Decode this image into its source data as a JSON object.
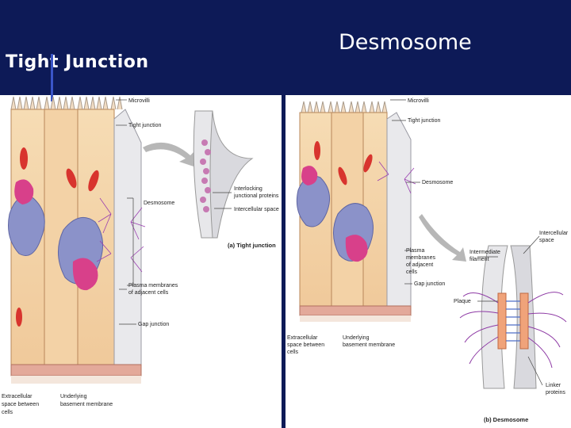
{
  "slide": {
    "title_left": "Tight Junction",
    "title_right": "Desmosome"
  },
  "left_panel": {
    "labels": {
      "microvilli": "Microvilli",
      "tight_junction": "Tight junction",
      "interlocking": "Interlocking",
      "junctional_proteins": "junctional proteins",
      "intercellular_space": "Intercellular space",
      "caption": "(a) Tight junction",
      "desmosome": "Desmosome",
      "plasma1": "Plasma membranes",
      "plasma2": "of adjacent cells",
      "gap_junction": "Gap junction",
      "extra1": "Extracellular",
      "extra2": "space between",
      "extra3": "cells",
      "underlying1": "Underlying",
      "underlying2": "basement membrane"
    }
  },
  "right_panel": {
    "labels": {
      "microvilli": "Microvilli",
      "tight_junction": "Tight junction",
      "desmosome": "Desmosome",
      "plasma1": "Plasma",
      "plasma2": "membranes",
      "plasma3": "of adjacent",
      "plasma4": "cells",
      "gap_junction": "Gap junction",
      "intermediate1": "Intermediate",
      "intermediate2": "filament",
      "intercellular1": "Intercellular",
      "intercellular2": "space",
      "plaque": "Plaque",
      "linker1": "Linker",
      "linker2": "proteins",
      "extra1": "Extracellular",
      "extra2": "space between",
      "extra3": "cells",
      "underlying1": "Underlying",
      "underlying2": "basement membrane",
      "caption": "(b) Desmosome"
    }
  }
}
